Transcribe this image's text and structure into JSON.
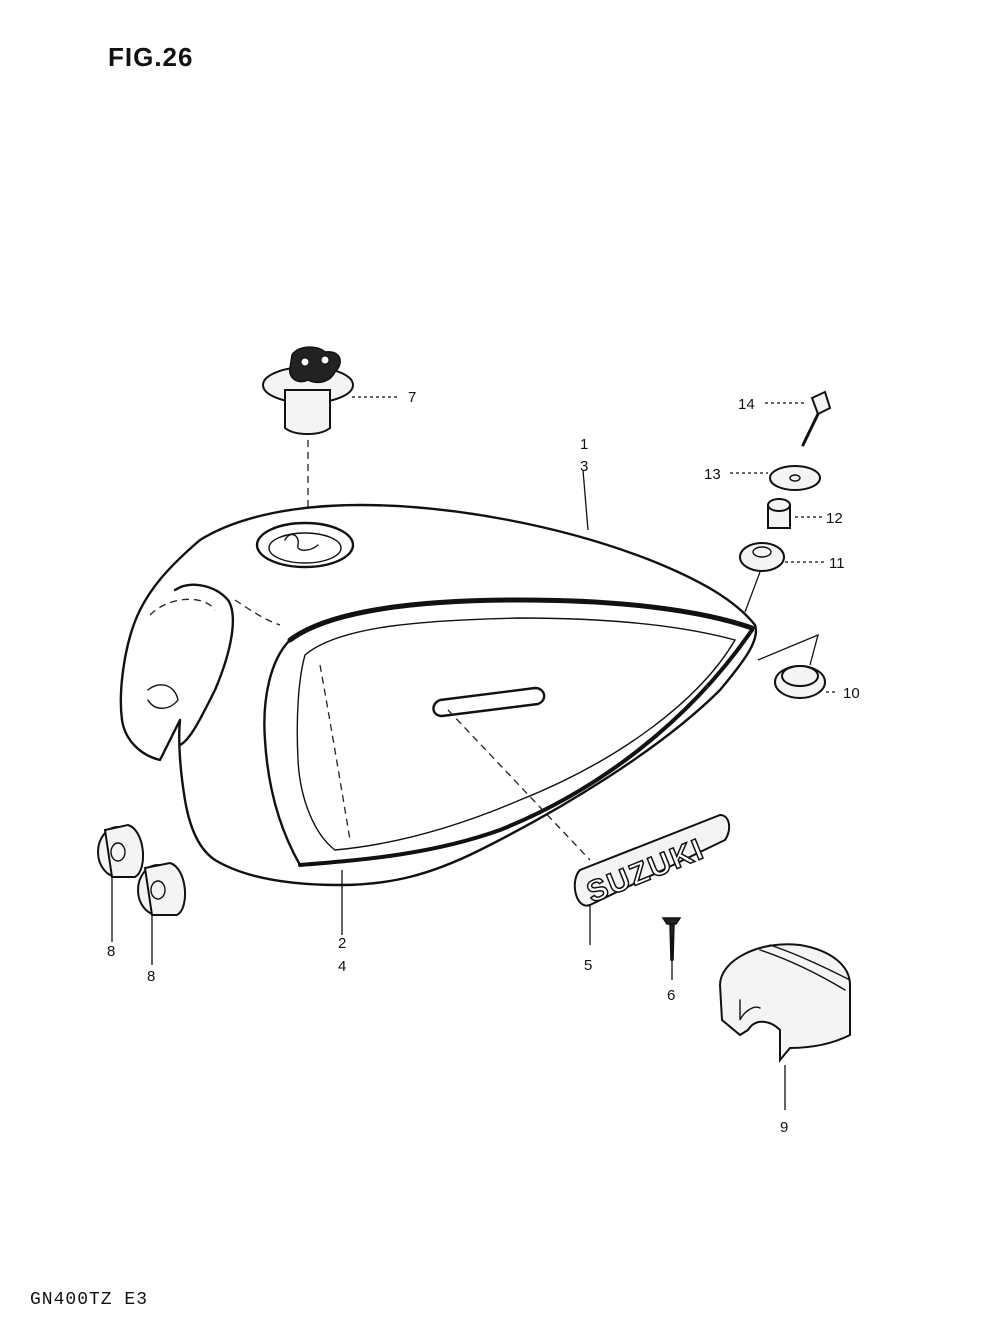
{
  "figure": {
    "title": "FIG.26",
    "footer": "GN400TZ E3"
  },
  "emblem_text": "SUZUKI",
  "callouts": [
    {
      "id": "callout-1",
      "text": "1"
    },
    {
      "id": "callout-3",
      "text": "3"
    },
    {
      "id": "callout-2",
      "text": "2"
    },
    {
      "id": "callout-4",
      "text": "4"
    },
    {
      "id": "callout-5",
      "text": "5"
    },
    {
      "id": "callout-6",
      "text": "6"
    },
    {
      "id": "callout-7",
      "text": "7"
    },
    {
      "id": "callout-8a",
      "text": "8"
    },
    {
      "id": "callout-8b",
      "text": "8"
    },
    {
      "id": "callout-9",
      "text": "9"
    },
    {
      "id": "callout-10",
      "text": "10"
    },
    {
      "id": "callout-11",
      "text": "11"
    },
    {
      "id": "callout-12",
      "text": "12"
    },
    {
      "id": "callout-13",
      "text": "13"
    },
    {
      "id": "callout-14",
      "text": "14"
    }
  ]
}
